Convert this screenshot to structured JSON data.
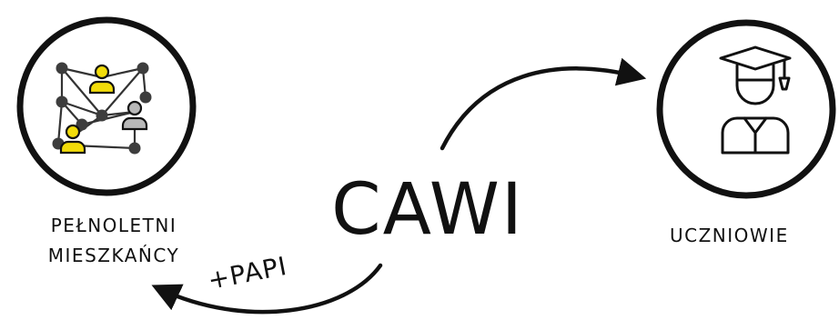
{
  "diagram": {
    "center_title": "CAWI",
    "arrow_label": "+PAPI",
    "left_node": {
      "label_line1": "PEŁNOLETNI",
      "label_line2": "MIESZKAŃCY",
      "icon": "network-people-icon"
    },
    "right_node": {
      "label": "UCZNIOWIE",
      "icon": "student-graduate-icon"
    },
    "colors": {
      "stroke": "#111111",
      "accent_yellow": "#f2dc0a",
      "node_gray": "#3d3d3d",
      "person_gray": "#b8b8b8"
    }
  }
}
